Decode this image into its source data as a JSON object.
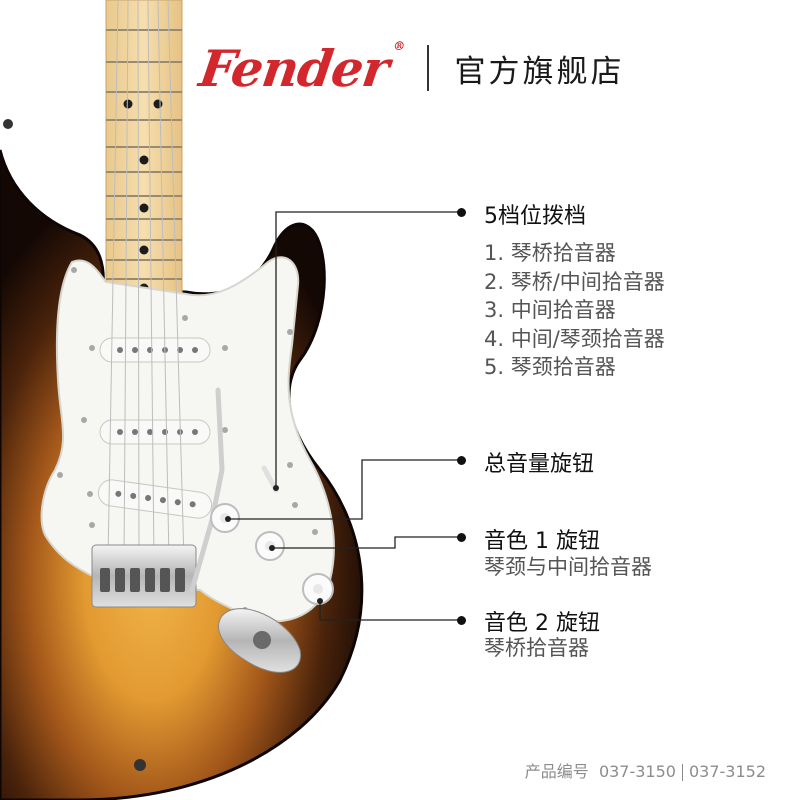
{
  "brand": {
    "logo_text": "Fender",
    "logo_mark": "®",
    "store_label": "官方旗舰店",
    "logo_color": "#d1272d"
  },
  "annotations": {
    "switch": {
      "title": "5档位拨档",
      "items": [
        "1. 琴桥拾音器",
        "2. 琴桥/中间拾音器",
        "3. 中间拾音器",
        "4. 中间/琴颈拾音器",
        "5. 琴颈拾音器"
      ]
    },
    "volume": {
      "title": "总音量旋钮"
    },
    "tone1": {
      "title": "音色 1 旋钮",
      "desc": "琴颈与中间拾音器"
    },
    "tone2": {
      "title": "音色 2 旋钮",
      "desc": "琴桥拾音器"
    }
  },
  "footer": {
    "label": "产品编号",
    "code1": "037-3150",
    "code2": "037-3152"
  },
  "colors": {
    "sunburst_dark": "#1a0c05",
    "sunburst_mid": "#7a3d12",
    "sunburst_center": "#e8a53c",
    "maple": "#f2d9a6",
    "pickguard": "#f7f7f5",
    "accent_red": "#d1272d"
  }
}
